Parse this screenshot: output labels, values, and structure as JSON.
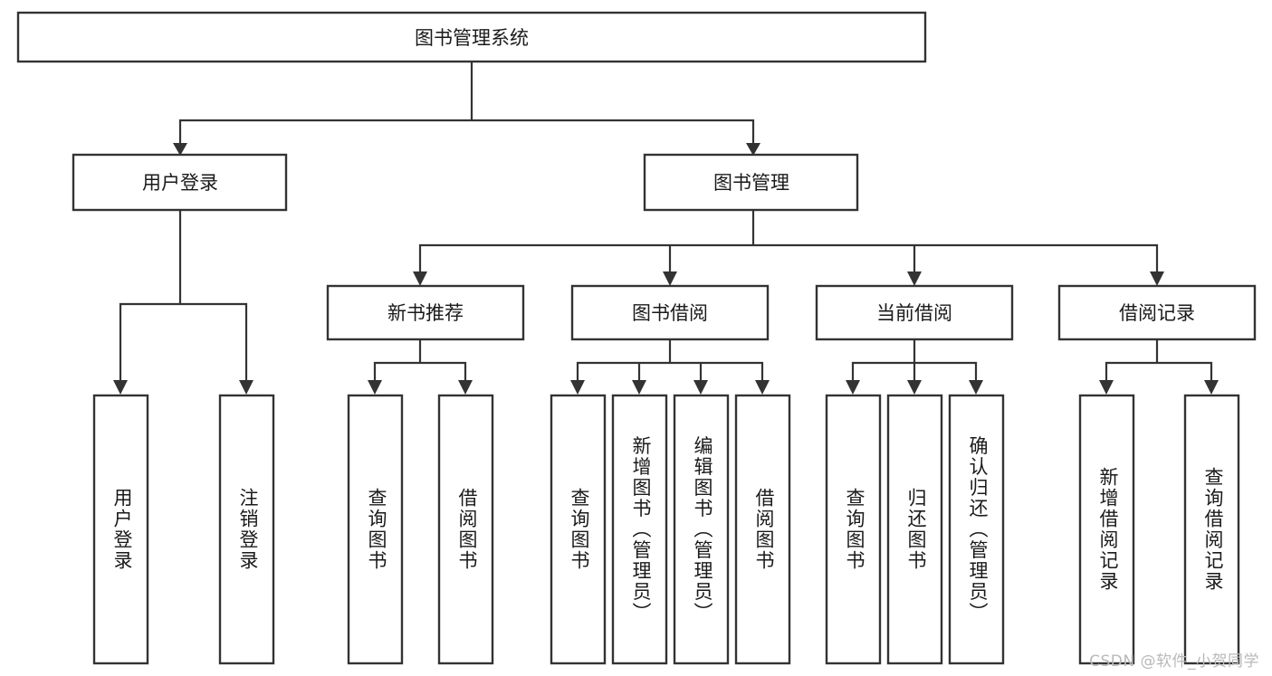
{
  "diagram": {
    "type": "tree",
    "title": "图书管理系统",
    "style": {
      "box_fill": "#ffffff",
      "box_stroke": "#333333",
      "connector_color": "#333333",
      "background": "#ffffff",
      "text_color": "#1a1a1a"
    },
    "levels": [
      {
        "level": 1,
        "nodes": [
          {
            "id": "root",
            "label": "图书管理系统",
            "orientation": "horizontal"
          }
        ]
      },
      {
        "level": 2,
        "nodes": [
          {
            "id": "l2-0",
            "label": "用户登录",
            "orientation": "horizontal",
            "parent": "root"
          },
          {
            "id": "l2-1",
            "label": "图书管理",
            "orientation": "horizontal",
            "parent": "root"
          }
        ]
      },
      {
        "level": 3,
        "nodes": [
          {
            "id": "l3-0",
            "label": "新书推荐",
            "orientation": "horizontal",
            "parent": "l2-1"
          },
          {
            "id": "l3-1",
            "label": "图书借阅",
            "orientation": "horizontal",
            "parent": "l2-1"
          },
          {
            "id": "l3-2",
            "label": "当前借阅",
            "orientation": "horizontal",
            "parent": "l2-1"
          },
          {
            "id": "l3-3",
            "label": "借阅记录",
            "orientation": "horizontal",
            "parent": "l2-1"
          }
        ]
      },
      {
        "level": 4,
        "nodes": [
          {
            "id": "l4-0",
            "label": "用户登录",
            "orientation": "vertical",
            "parent": "l2-0"
          },
          {
            "id": "l4-1",
            "label": "注销登录",
            "orientation": "vertical",
            "parent": "l2-0"
          },
          {
            "id": "l4-2",
            "label": "查询图书",
            "orientation": "vertical",
            "parent": "l3-0"
          },
          {
            "id": "l4-3",
            "label": "借阅图书",
            "orientation": "vertical",
            "parent": "l3-0"
          },
          {
            "id": "l4-4",
            "label": "查询图书",
            "orientation": "vertical",
            "parent": "l3-1"
          },
          {
            "id": "l4-5",
            "label": "新增图书（管理员）",
            "orientation": "vertical",
            "parent": "l3-1"
          },
          {
            "id": "l4-6",
            "label": "编辑图书（管理员）",
            "orientation": "vertical",
            "parent": "l3-1"
          },
          {
            "id": "l4-7",
            "label": "借阅图书",
            "orientation": "vertical",
            "parent": "l3-1"
          },
          {
            "id": "l4-8",
            "label": "查询图书",
            "orientation": "vertical",
            "parent": "l3-2"
          },
          {
            "id": "l4-9",
            "label": "归还图书",
            "orientation": "vertical",
            "parent": "l3-2"
          },
          {
            "id": "l4-10",
            "label": "确认归还（管理员）",
            "orientation": "vertical",
            "parent": "l3-2"
          },
          {
            "id": "l4-11",
            "label": "新增借阅记录",
            "orientation": "vertical",
            "parent": "l3-3"
          },
          {
            "id": "l4-12",
            "label": "查询借阅记录",
            "orientation": "vertical",
            "parent": "l3-3"
          }
        ]
      }
    ]
  },
  "watermark": {
    "text": "CSDN @软件_小贺同学"
  }
}
